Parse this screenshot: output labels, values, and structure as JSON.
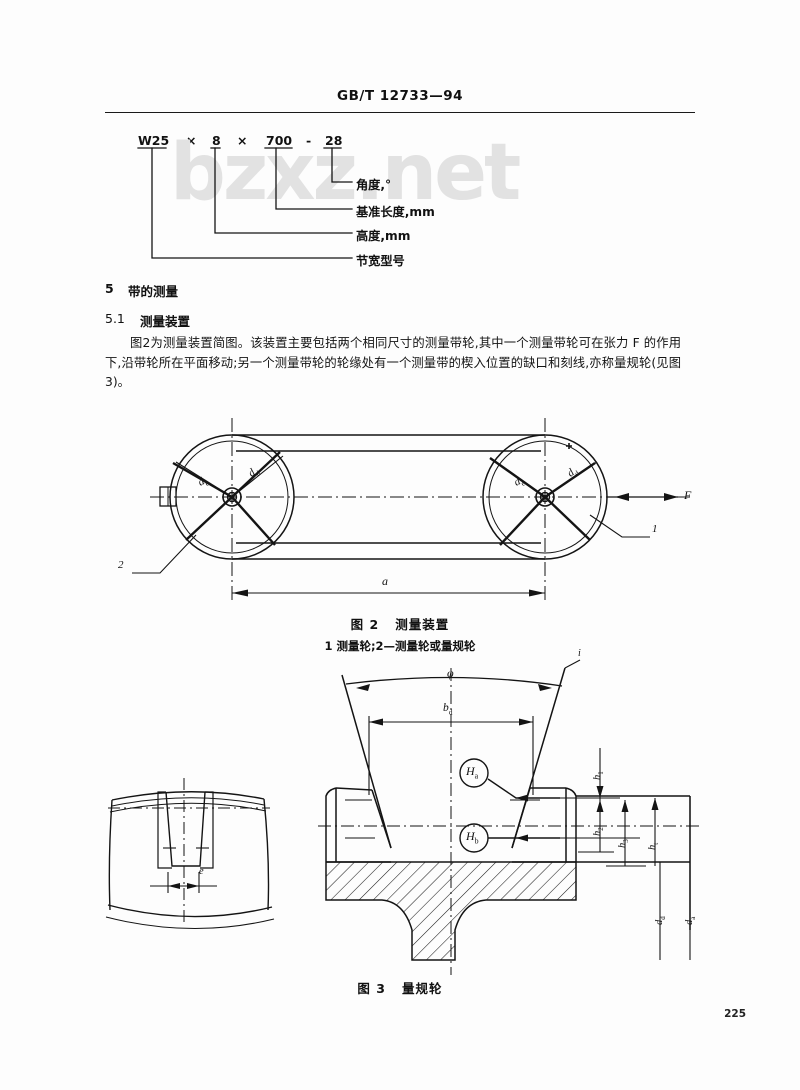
{
  "document": {
    "standard_number": "GB/T 12733—94",
    "page_number": "225",
    "watermark": "bzxz.net"
  },
  "designation": {
    "code_parts": [
      "W25",
      "×",
      "8",
      "×",
      "700",
      "-",
      "28"
    ],
    "callouts": [
      {
        "text": "角度,°"
      },
      {
        "text": "基准长度,mm"
      },
      {
        "text": "高度,mm"
      },
      {
        "text": "节宽型号"
      }
    ]
  },
  "sections": {
    "clause5_number": "5",
    "clause5_title": "带的测量",
    "clause51_number": "5.1",
    "clause51_title": "测量装置",
    "clause51_text": "图2为测量装置简图。该装置主要包括两个相同尺寸的测量带轮,其中一个测量带轮可在张力 F 的作用下,沿带轮所在平面移动;另一个测量带轮的轮缘处有一个测量带的楔入位置的缺口和刻线,亦称量规轮(见图3)。"
  },
  "figure2": {
    "caption_label": "图 2",
    "caption_title": "测量装置",
    "legend": "1  测量轮;2—测量轮或量规轮",
    "labels": {
      "left_de": "d",
      "left_de_sub": "e",
      "left_dd": "d",
      "left_dd_sub": "d",
      "right_de": "d",
      "right_de_sub": "e",
      "right_dd": "d",
      "right_dd_sub": "d",
      "force": "F",
      "center_distance": "a",
      "callout_1": "1",
      "callout_2": "2"
    }
  },
  "figure3": {
    "caption_label": "图 3",
    "caption_title": "量规轮",
    "labels": {
      "groove_angle": "φ",
      "datum_width": "b",
      "datum_width_sub": "d",
      "gauge_high": "H",
      "gauge_high_sub": "a",
      "gauge_low": "H",
      "gauge_low_sub": "b",
      "h1": "h",
      "h1_sub": "1",
      "h2": "h",
      "h2_sub": "2",
      "h3": "h",
      "h3_sub": "3",
      "ht": "h",
      "ht_sub": "t",
      "dd": "d",
      "dd_sub": "d",
      "da": "d",
      "da_sub": "a",
      "e": "e",
      "leader_i": "i"
    }
  },
  "colors": {
    "ink": "#141414",
    "paper": "#fdfdfd",
    "watermark": "#e2e2e2"
  }
}
